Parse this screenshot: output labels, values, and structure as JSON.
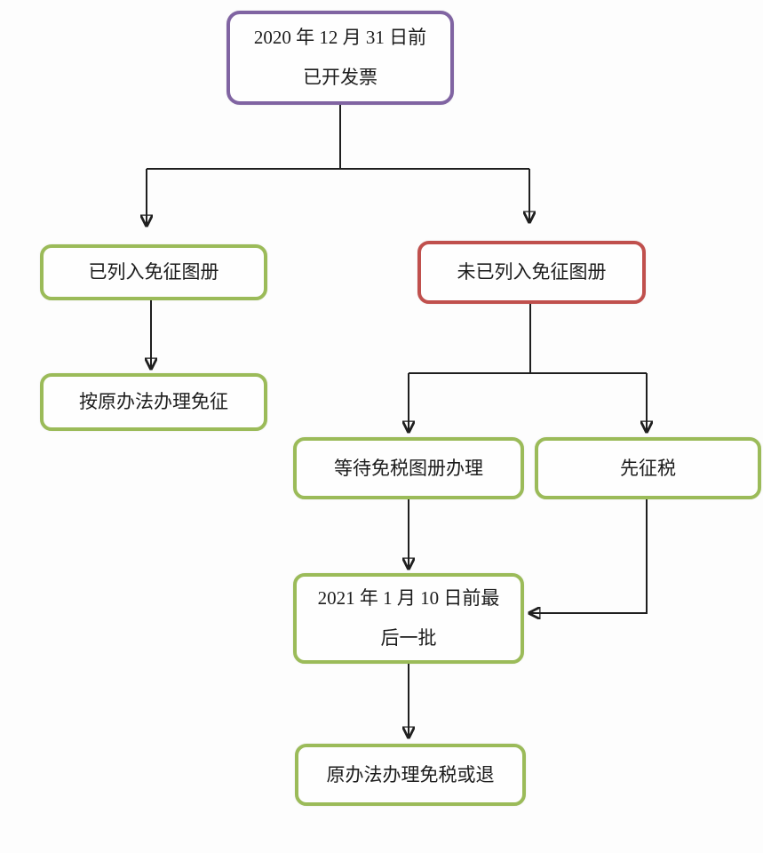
{
  "page": {
    "background": "#fdfdfd"
  },
  "colors": {
    "purple_border": "#8064A2",
    "green_border": "#9BBB59",
    "red_border": "#C0504D",
    "connector_line": "#1f1f1f"
  },
  "nodes": {
    "start": {
      "line1": "2020 年 12 月 31 日前",
      "line2": "已开发票",
      "border": "#8064A2"
    },
    "listed": {
      "label": "已列入免征图册",
      "border": "#9BBB59"
    },
    "not_listed": {
      "label": "未已列入免征图册",
      "border": "#C0504D"
    },
    "original_exempt": {
      "label": "按原办法办理免征",
      "border": "#9BBB59"
    },
    "wait_catalog": {
      "label": "等待免税图册办理",
      "border": "#9BBB59"
    },
    "tax_first": {
      "label": "先征税",
      "border": "#9BBB59"
    },
    "last_batch": {
      "line1": "2021 年 1 月 10 日前最",
      "line2": "后一批",
      "border": "#9BBB59"
    },
    "final": {
      "label": "原办法办理免税或退",
      "border": "#9BBB59"
    }
  }
}
